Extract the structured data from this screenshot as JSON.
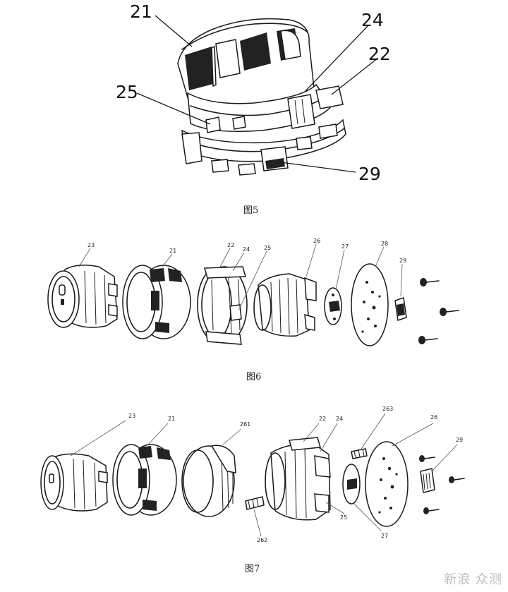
{
  "figure5": {
    "caption": "图5",
    "labels": {
      "l21": "21",
      "l24": "24",
      "l22": "22",
      "l25": "25",
      "l29": "29"
    }
  },
  "figure6": {
    "caption": "图6",
    "labels": {
      "l23": "23",
      "l21": "21",
      "l22": "22",
      "l24": "24",
      "l25": "25",
      "l26": "26",
      "l27": "27",
      "l28": "28",
      "l29": "29"
    }
  },
  "figure7": {
    "caption": "图7",
    "labels": {
      "l23": "23",
      "l21": "21",
      "l261": "261",
      "l22": "22",
      "l24": "24",
      "l263": "263",
      "l26": "26",
      "l29": "29",
      "l262": "262",
      "l25": "25",
      "l27": "27"
    }
  },
  "watermark": "新浪 众测"
}
